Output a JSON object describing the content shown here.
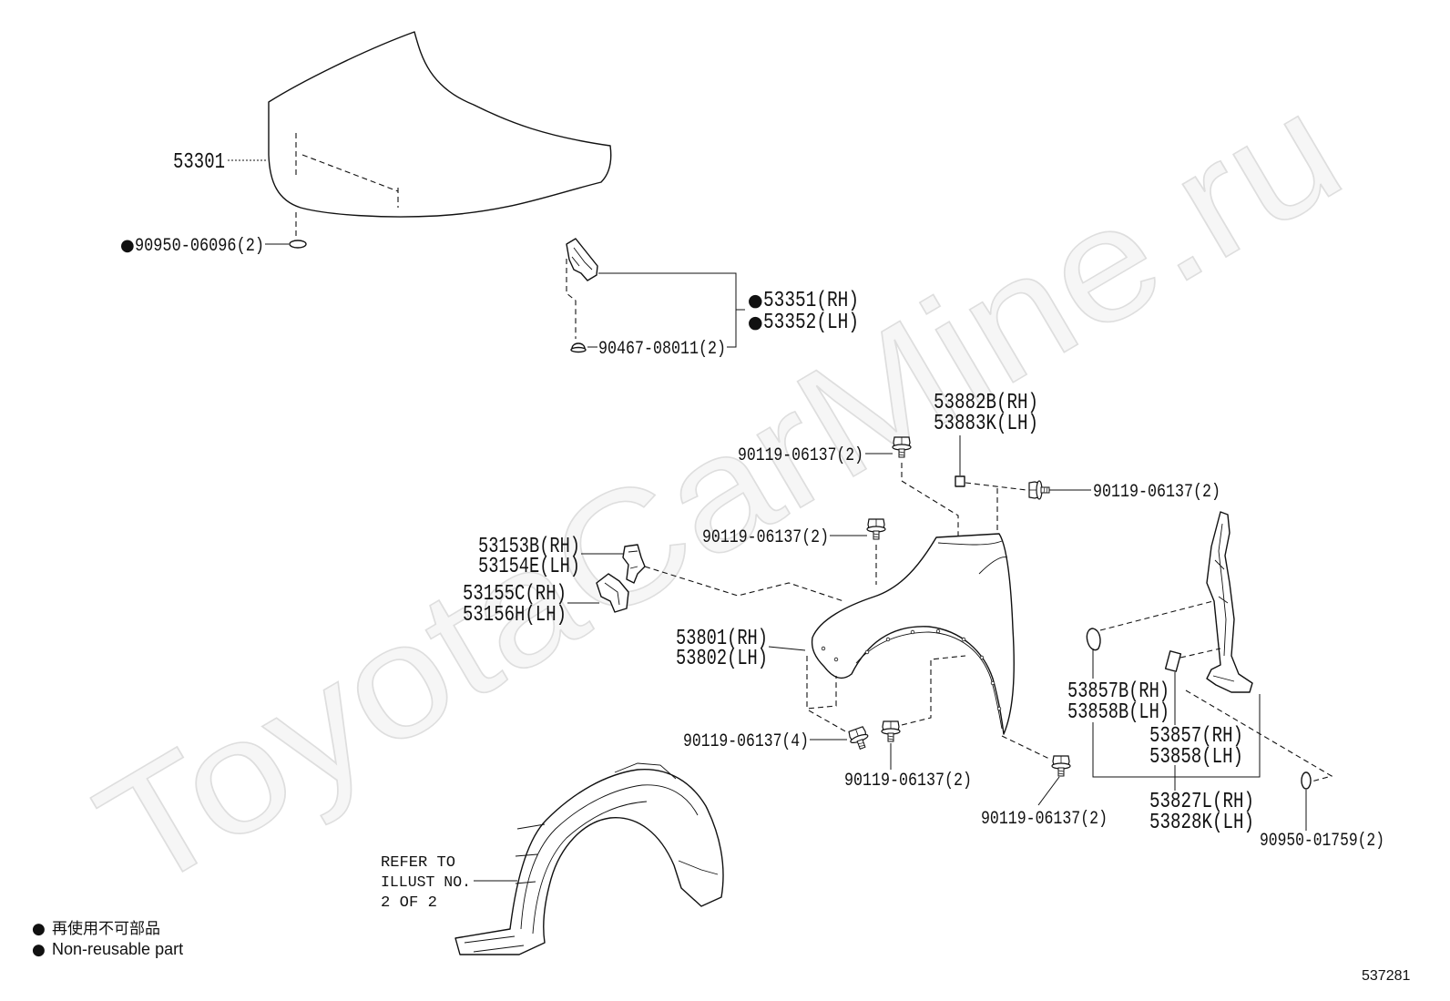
{
  "watermark": "ToyotaCarMine.ru",
  "legend": {
    "marker": "●",
    "ja": "再使用不可部品",
    "en": "Non-reusable part"
  },
  "figure_number": "537281",
  "refer_note": [
    "REFER TO",
    "ILLUST NO.",
    "2 OF 2"
  ],
  "parts": [
    {
      "labels": [
        "53301"
      ],
      "non_reusable": false
    },
    {
      "labels": [
        "90950-06096(2)"
      ],
      "non_reusable": true
    },
    {
      "labels": [
        "53351(RH)",
        "53352(LH)"
      ],
      "non_reusable": true
    },
    {
      "labels": [
        "90467-08011(2)"
      ],
      "non_reusable": false
    },
    {
      "labels": [
        "53882B(RH)",
        "53883K(LH)"
      ],
      "non_reusable": false
    },
    {
      "labels": [
        "90119-06137(2)"
      ],
      "non_reusable": false
    },
    {
      "labels": [
        "90119-06137(2)"
      ],
      "non_reusable": false
    },
    {
      "labels": [
        "90119-06137(2)"
      ],
      "non_reusable": false
    },
    {
      "labels": [
        "53153B(RH)",
        "53154E(LH)"
      ],
      "non_reusable": false
    },
    {
      "labels": [
        "53155C(RH)",
        "53156H(LH)"
      ],
      "non_reusable": false
    },
    {
      "labels": [
        "53801(RH)",
        "53802(LH)"
      ],
      "non_reusable": false
    },
    {
      "labels": [
        "53857B(RH)",
        "53858B(LH)"
      ],
      "non_reusable": false
    },
    {
      "labels": [
        "53857(RH)",
        "53858(LH)"
      ],
      "non_reusable": false
    },
    {
      "labels": [
        "90119-06137(4)"
      ],
      "non_reusable": false
    },
    {
      "labels": [
        "90119-06137(2)"
      ],
      "non_reusable": false
    },
    {
      "labels": [
        "53827L(RH)",
        "53828K(LH)"
      ],
      "non_reusable": false
    },
    {
      "labels": [
        "90119-06137(2)"
      ],
      "non_reusable": false
    },
    {
      "labels": [
        "90950-01759(2)"
      ],
      "non_reusable": false
    }
  ]
}
